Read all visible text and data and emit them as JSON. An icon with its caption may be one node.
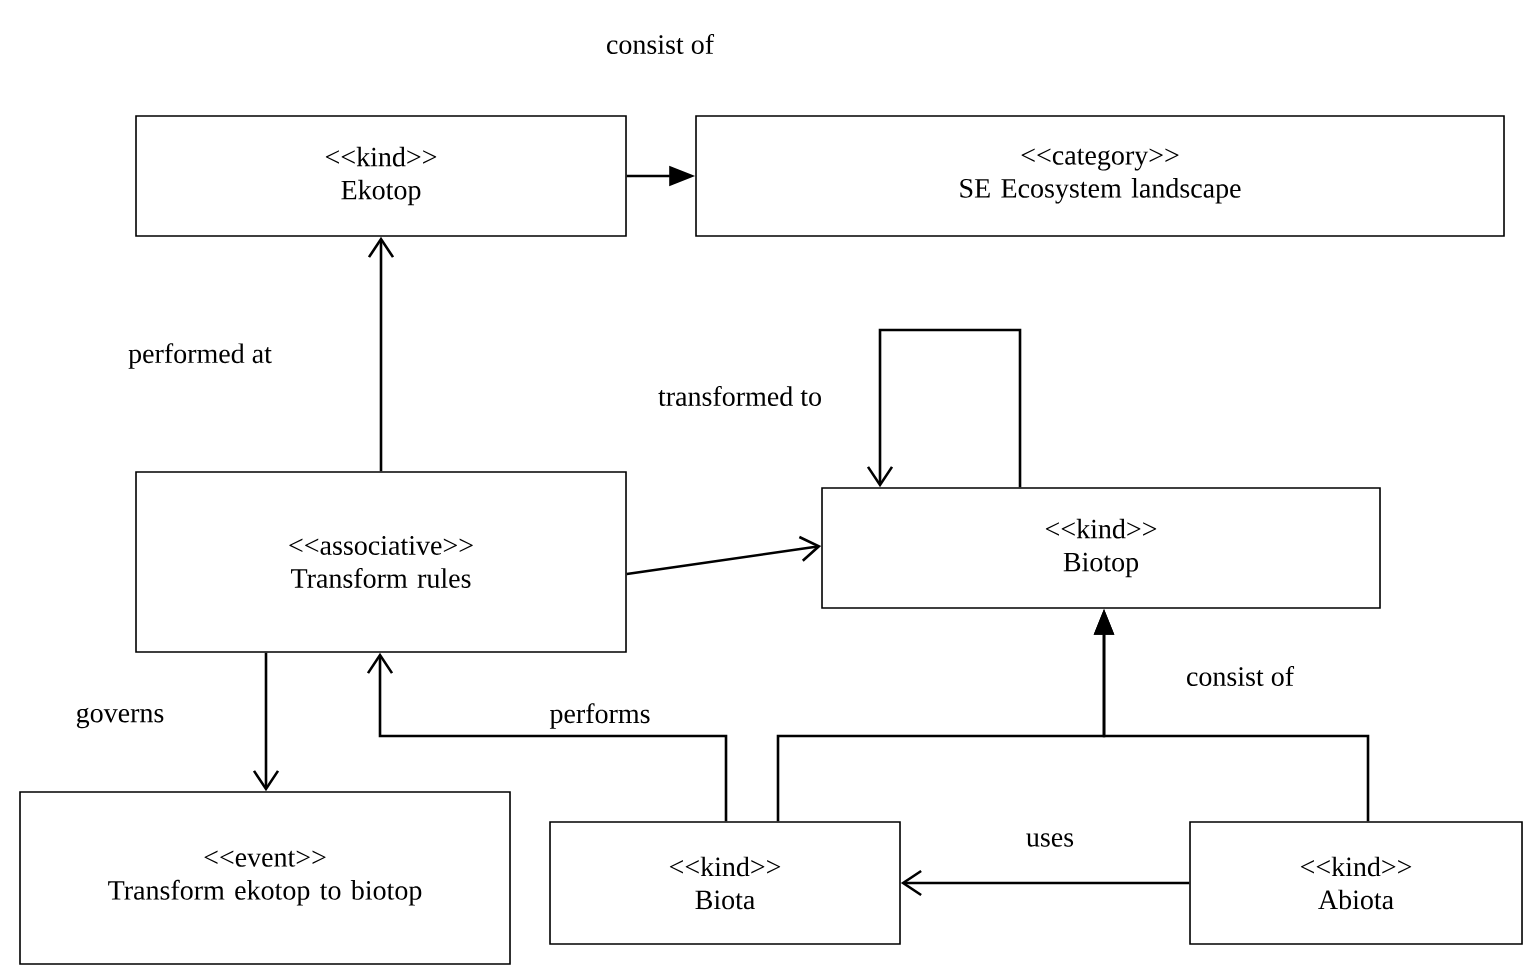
{
  "diagram": {
    "nodes": [
      {
        "text": [
          "<<kind>>",
          "Ekotop"
        ]
      },
      {
        "text": [
          "<<category>>",
          "SE Ecosystem landscape"
        ]
      },
      {
        "text": [
          "<<associative>>",
          "Transform rules"
        ]
      },
      {
        "text": [
          "<<kind>>",
          "Biotop"
        ]
      },
      {
        "text": [
          "<<event>>",
          "Transform ekotop to biotop"
        ]
      },
      {
        "text": [
          "<<kind>>",
          "Biota"
        ]
      },
      {
        "text": [
          "<<kind>>",
          "Abiota"
        ]
      }
    ],
    "edges": [
      {
        "from": 0,
        "to": 1,
        "arrow": "to",
        "label": "consist of"
      },
      {
        "from": 2,
        "to": 0,
        "arrow": "to",
        "label": "performed at"
      },
      {
        "from": 3,
        "to": 3,
        "arrow": "to",
        "label": "transformed to"
      },
      {
        "from": 2,
        "to": 3,
        "arrow": "to"
      },
      {
        "from": 2,
        "to": 4,
        "arrow": "to",
        "label": "governs"
      },
      {
        "from": 5,
        "to": 2,
        "arrow": "to",
        "label": "performs"
      },
      {
        "from": 5,
        "to": 3,
        "arrow": "to",
        "label": "consist of"
      },
      {
        "from": 6,
        "to": 3,
        "arrow": "to"
      },
      {
        "from": 6,
        "to": 5,
        "arrow": "to",
        "label": "uses"
      }
    ]
  }
}
